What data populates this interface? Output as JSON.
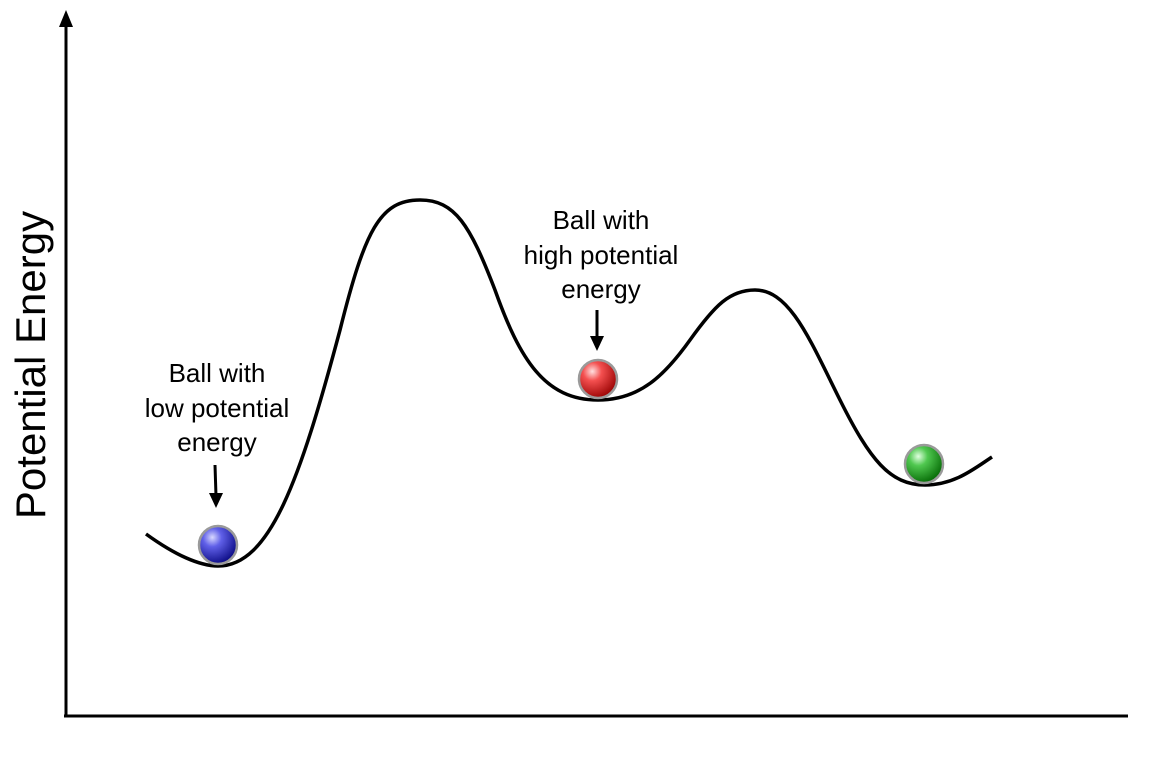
{
  "diagram": {
    "y_axis_label": "Potential Energy",
    "annotations": {
      "low": [
        "Ball with",
        "low potential",
        "energy"
      ],
      "high": [
        "Ball with",
        "high potential",
        "energy"
      ]
    },
    "balls": [
      {
        "name": "blue",
        "color": "#2020c0"
      },
      {
        "name": "red",
        "color": "#e01818"
      },
      {
        "name": "green",
        "color": "#18a018"
      }
    ]
  }
}
